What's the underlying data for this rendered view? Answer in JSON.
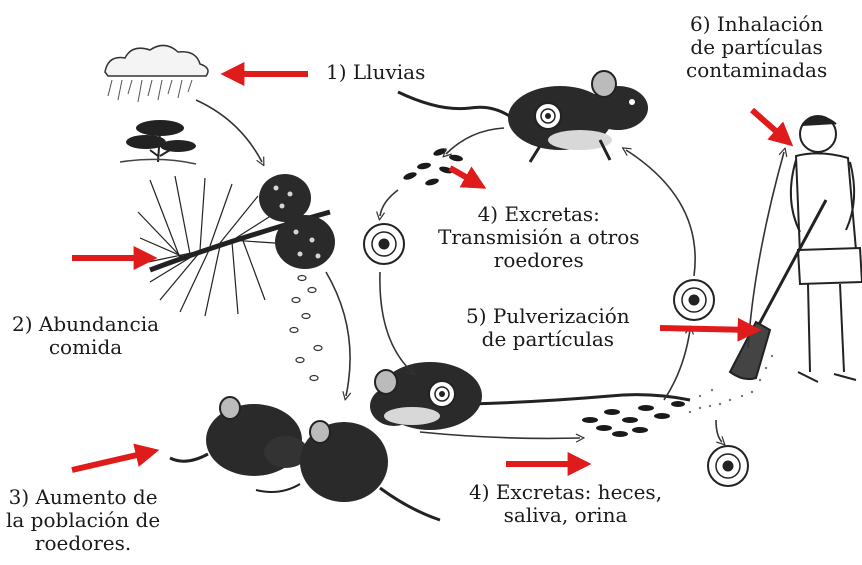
{
  "labels": {
    "rain": [
      "1) Lluvias"
    ],
    "food": [
      "2) Abundancia",
      "comida"
    ],
    "population": [
      "3) Aumento de",
      "la población de",
      "roedores."
    ],
    "excreta_transmission": [
      "4) Excretas:",
      "Transmisión a otros",
      "roedores"
    ],
    "excreta_types": [
      "4) Excretas: heces,",
      "saliva, orina"
    ],
    "pulverization": [
      "5) Pulverización",
      "de partículas"
    ],
    "inhalation": [
      "6) Inhalación",
      "de partículas",
      "contaminadas"
    ]
  },
  "colors": {
    "highlight_arrow": "#e01b1b",
    "ink": "#1a1a1a",
    "background": "#ffffff"
  }
}
